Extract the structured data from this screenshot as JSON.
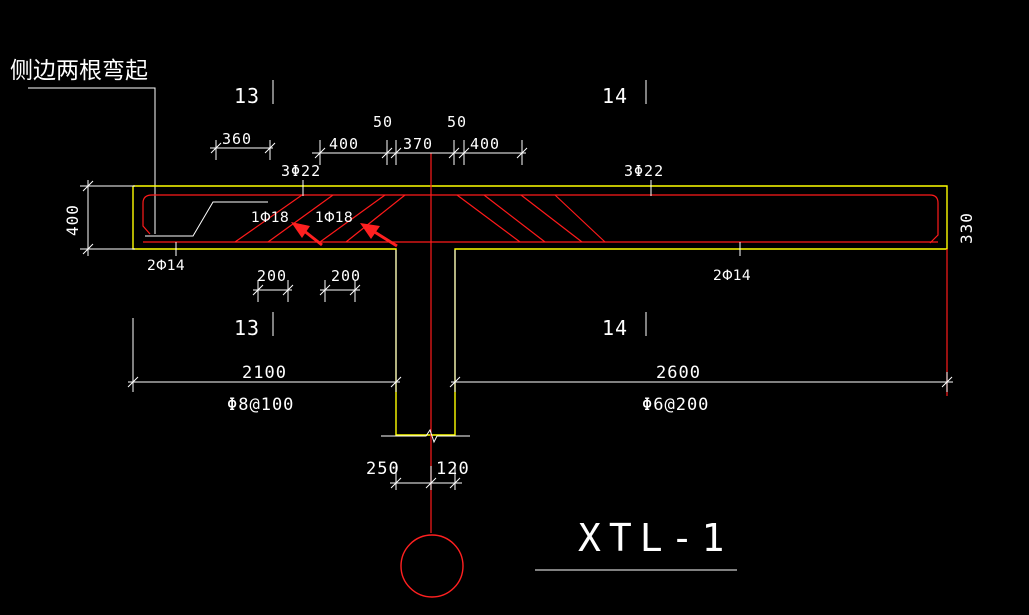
{
  "colors": {
    "background": "#000000",
    "lines": "#ffffff",
    "outline": "#ffff00",
    "rebar": "#ff1a1a",
    "arrow": "#ff2020"
  },
  "labels": {
    "note": "侧边两根弯起",
    "sec13_top": "13",
    "sec14_top": "14",
    "sec13_bot": "13",
    "sec14_bot": "14",
    "dim_360": "360",
    "dim_400a": "400",
    "dim_370": "370",
    "dim_400b": "400",
    "dim_50a": "50",
    "dim_50b": "50",
    "top_bar_left": "3Φ22",
    "top_bar_right": "3Φ22",
    "bent_bar_1": "1Φ18",
    "bent_bar_2": "1Φ18",
    "bot_bar_left": "2Φ14",
    "bot_bar_right": "2Φ14",
    "height_left": "400",
    "height_right": "330",
    "dim_200a": "200",
    "dim_200b": "200",
    "span_left": "2100",
    "span_right": "2600",
    "stirrup_left": "Φ8@100",
    "stirrup_right": "Φ6@200",
    "dim_250": "250",
    "dim_120": "120",
    "title": "XTL-1"
  }
}
